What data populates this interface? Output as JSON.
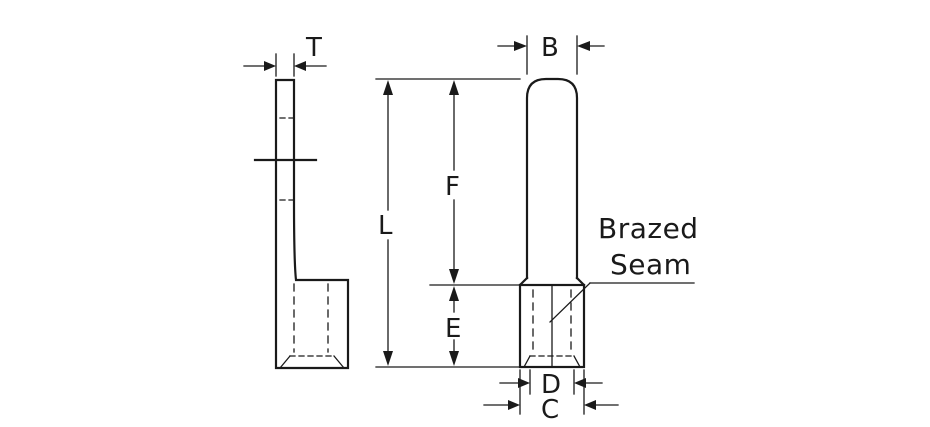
{
  "labels": {
    "T": "T",
    "B": "B",
    "L": "L",
    "F": "F",
    "E": "E",
    "D": "D",
    "C": "C"
  },
  "note": {
    "line1": "Brazed",
    "line2": "Seam"
  }
}
